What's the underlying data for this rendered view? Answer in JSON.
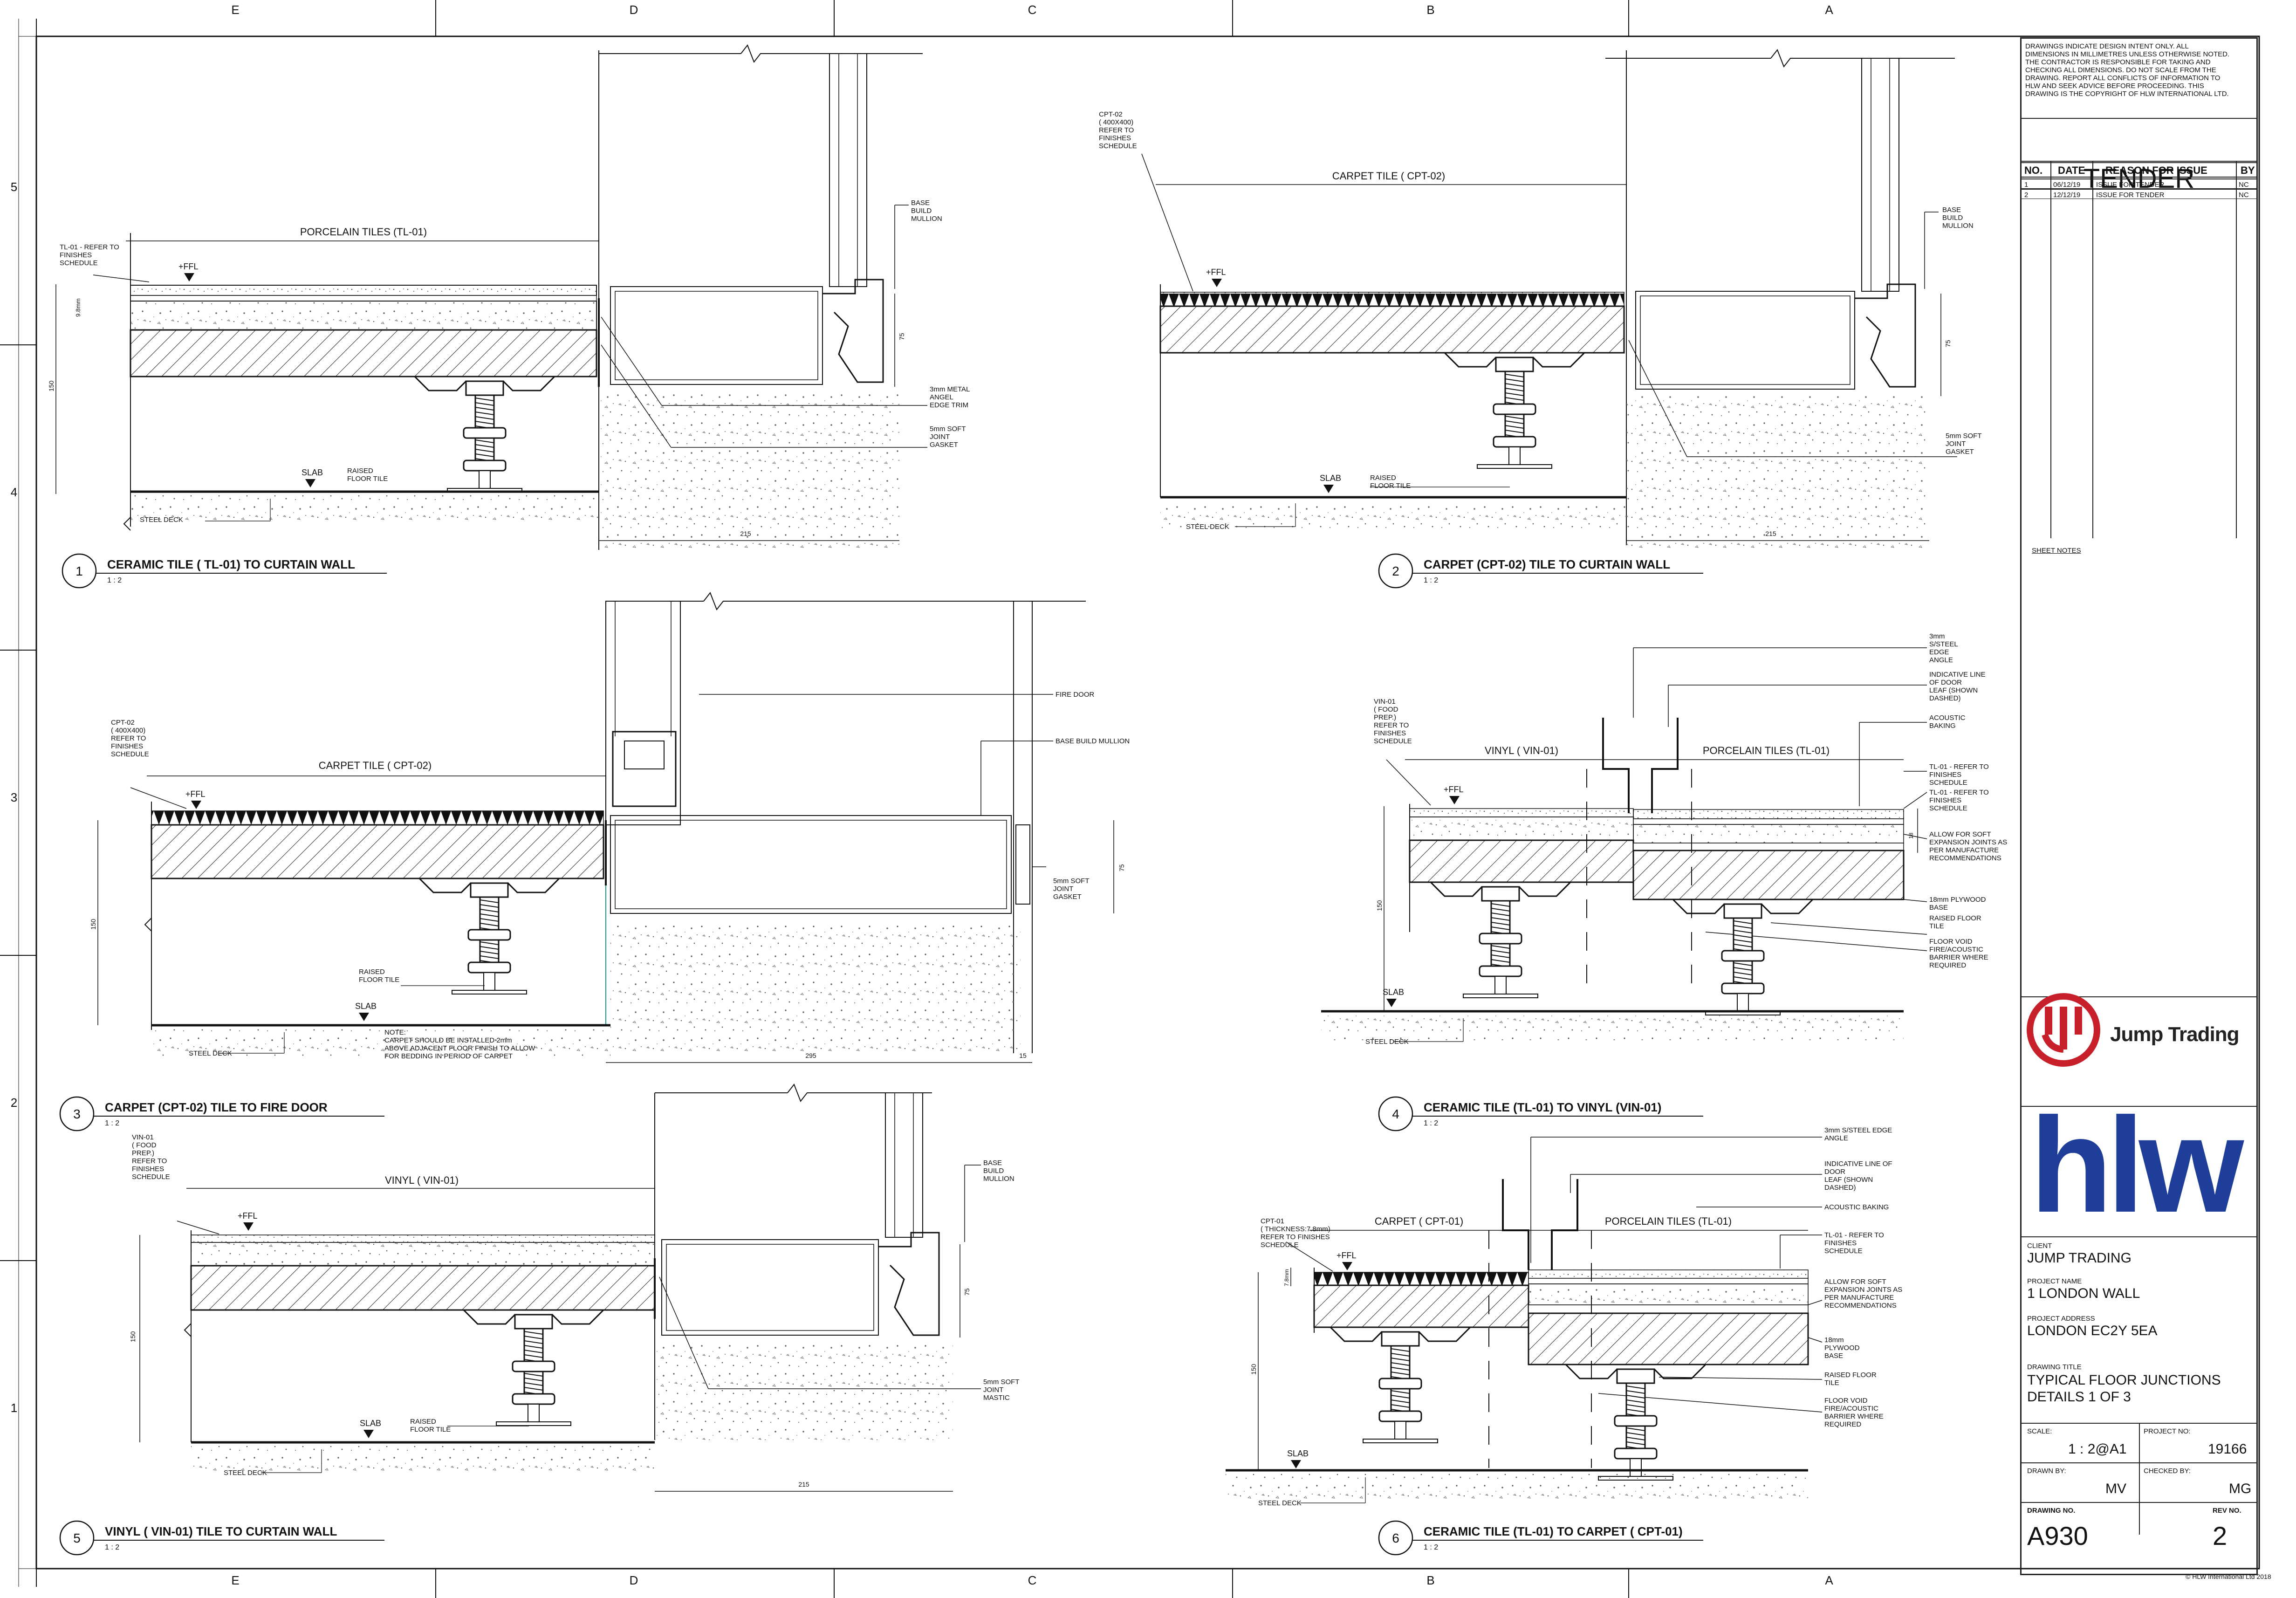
{
  "grid": {
    "columns": [
      "E",
      "D",
      "C",
      "B",
      "A"
    ],
    "rows": [
      "5",
      "4",
      "3",
      "2",
      "1"
    ]
  },
  "details": [
    {
      "number": "1",
      "title": "CERAMIC TILE ( TL-01) TO CURTAIN WALL",
      "scale": "1 : 2"
    },
    {
      "number": "2",
      "title": "CARPET (CPT-02) TILE TO CURTAIN WALL",
      "scale": "1 : 2"
    },
    {
      "number": "3",
      "title": "CARPET (CPT-02) TILE TO FIRE DOOR",
      "scale": "1 : 2"
    },
    {
      "number": "4",
      "title": "CERAMIC TILE (TL-01) TO VINYL (VIN-01)",
      "scale": "1 : 2"
    },
    {
      "number": "5",
      "title": "VINYL ( VIN-01) TILE TO CURTAIN WALL",
      "scale": "1 : 2"
    },
    {
      "number": "6",
      "title": "CERAMIC TILE (TL-01) TO CARPET ( CPT-01)",
      "scale": "1 : 2"
    }
  ],
  "labels": {
    "d1": {
      "finish": "PORCELAIN TILES  (TL-01)",
      "tl01": [
        "TL-01 - REFER TO",
        "FINISHES",
        "SCHEDULE"
      ],
      "ffl": "+FFL",
      "mullion": [
        "BASE",
        "BUILD",
        "MULLION"
      ],
      "trim": [
        "3mm METAL",
        "ANGEL",
        "EDGE TRIM"
      ],
      "gasket": [
        "5mm SOFT",
        "JOINT",
        "GASKET"
      ],
      "raised": [
        "RAISED",
        "FLOOR TILE"
      ],
      "slab": "SLAB",
      "deck": "STEEL DECK",
      "dim215": "215",
      "dim150": "150",
      "dim75": "75",
      "dim98": "9.8mm"
    },
    "d2": {
      "note": [
        "CPT-02",
        "( 400X400)",
        "REFER TO",
        "FINISHES",
        "SCHEDULE"
      ],
      "finish": "CARPET TILE  ( CPT-02)",
      "ffl": "+FFL",
      "mullion": [
        "BASE",
        "BUILD",
        "MULLION"
      ],
      "gasket": [
        "5mm SOFT",
        "JOINT",
        "GASKET"
      ],
      "raised": [
        "RAISED",
        "FLOOR TILE"
      ],
      "slab": "SLAB",
      "deck": "STEEL DECK",
      "dim215": "215",
      "dim75": "75"
    },
    "d3": {
      "note": [
        "CPT-02",
        "( 400X400)",
        "REFER TO",
        "FINISHES",
        "SCHEDULE"
      ],
      "finish": "CARPET TILE  ( CPT-02)",
      "ffl": "+FFL",
      "firedoor": "FIRE DOOR",
      "mullion": "BASE BUILD MULLION",
      "gasket": [
        "5mm SOFT",
        "JOINT",
        "GASKET"
      ],
      "raised": [
        "RAISED",
        "FLOOR TILE"
      ],
      "slab": "SLAB",
      "deck": "STEEL DECK",
      "note2": [
        "NOTE:",
        "CARPET SHOULD BE INSTALLED 2mm",
        "ABOVE ADJACENT FLOOR FINISH TO ALLOW",
        "FOR BEDDING IN PERIOD OF CARPET"
      ],
      "dim295": "295",
      "dim15": "15",
      "dim150": "150",
      "dim75": "75"
    },
    "d4": {
      "note": [
        "VIN-01",
        "( FOOD",
        "PREP.)",
        "REFER TO",
        "FINISHES",
        "SCHEDULE"
      ],
      "finishL": "VINYL  ( VIN-01)",
      "finishR": "PORCELAIN TILES  (TL-01)",
      "ffl": "+FFL",
      "angle": [
        "3mm",
        "S/STEEL",
        "EDGE",
        "ANGLE"
      ],
      "door": [
        "INDICATIVE LINE",
        "OF DOOR",
        "LEAF (SHOWN",
        "DASHED)"
      ],
      "acoustic": [
        "ACOUSTIC",
        "BAKING"
      ],
      "tl01a": [
        "TL-01 - REFER TO",
        "FINISHES",
        "SCHEDULE"
      ],
      "tl01b": [
        "TL-01 - REFER TO",
        "FINISHES",
        "SCHEDULE"
      ],
      "expansion": [
        "ALLOW FOR SOFT",
        "EXPANSION JOINTS AS",
        "PER MANUFACTURE",
        "RECOMMENDATIONS"
      ],
      "plywood": [
        "18mm PLYWOOD",
        "BASE"
      ],
      "raised": [
        "RAISED FLOOR",
        "TILE"
      ],
      "void": [
        "FLOOR VOID",
        "FIRE/ACOUSTIC",
        "BARRIER WHERE",
        "REQUIRED"
      ],
      "slab": "SLAB",
      "deck": "STEEL DECK",
      "dim150": "150",
      "dim18": "18"
    },
    "d5": {
      "note": [
        "VIN-01",
        "( FOOD",
        "PREP.)",
        "REFER TO",
        "FINISHES",
        "SCHEDULE"
      ],
      "finish": "VINYL  ( VIN-01)",
      "ffl": "+FFL",
      "mullion": [
        "BASE",
        "BUILD",
        "MULLION"
      ],
      "mastic": [
        "5mm SOFT",
        "JOINT",
        "MASTIC"
      ],
      "raised": [
        "RAISED",
        "FLOOR TILE"
      ],
      "slab": "SLAB",
      "deck": "STEEL DECK",
      "dim215": "215",
      "dim150": "150",
      "dim75": "75"
    },
    "d6": {
      "note": [
        "CPT-01",
        "( THICKNESS:7.8mm)",
        "REFER TO FINISHES",
        "SCHEDULE"
      ],
      "finishL": "CARPET  ( CPT-01)",
      "finishR": "PORCELAIN TILES  (TL-01)",
      "ffl": "+FFL",
      "angle": [
        "3mm S/STEEL EDGE",
        "ANGLE"
      ],
      "door": [
        "INDICATIVE LINE OF",
        "DOOR",
        "LEAF (SHOWN",
        "DASHED)"
      ],
      "acoustic": "ACOUSTIC BAKING",
      "tl01": [
        "TL-01 - REFER TO",
        "FINISHES",
        "SCHEDULE"
      ],
      "expansion": [
        "ALLOW FOR SOFT",
        "EXPANSION JOINTS AS",
        "PER MANUFACTURE",
        "RECOMMENDATIONS"
      ],
      "plywood": [
        "18mm",
        "PLYWOOD",
        "BASE"
      ],
      "raised": [
        "RAISED FLOOR",
        "TILE"
      ],
      "void": [
        "FLOOR VOID",
        "FIRE/ACOUSTIC",
        "BARRIER WHERE",
        "REQUIRED"
      ],
      "slab": "SLAB",
      "deck": "STEEL DECK",
      "dim150": "150",
      "dim78": "7.8mm"
    }
  },
  "titleblock": {
    "disclaimer": [
      "DRAWINGS INDICATE DESIGN INTENT ONLY. ALL",
      "DIMENSIONS IN MILLIMETRES UNLESS OTHERWISE NOTED.",
      "THE CONTRACTOR IS RESPONSIBLE FOR TAKING AND",
      "CHECKING ALL DIMENSIONS. DO NOT SCALE FROM THE",
      "DRAWING. REPORT ALL CONFLICTS OF INFORMATION TO",
      "HLW AND SEEK ADVICE BEFORE PROCEEDING. THIS",
      "DRAWING IS THE COPYRIGHT OF HLW INTERNATIONAL LTD."
    ],
    "status": "TENDER",
    "rev_headers": [
      "NO.",
      "DATE",
      "REASON FOR ISSUE",
      "BY"
    ],
    "revisions": [
      {
        "no": "1",
        "date": "06/12/19",
        "reason": "ISSUE FOR TENDER",
        "by": "NC"
      },
      {
        "no": "2",
        "date": "12/12/19",
        "reason": "ISSUE FOR TENDER",
        "by": "NC"
      }
    ],
    "sheet_notes": "SHEET NOTES",
    "client_logo": "Jump Trading",
    "firm_logo": "hlw",
    "client_label": "CLIENT",
    "client": "JUMP TRADING",
    "project_name_label": "PROJECT NAME",
    "project_name": "1 LONDON WALL",
    "project_address_label": "PROJECT ADDRESS",
    "project_address": "LONDON EC2Y 5EA",
    "drawing_title_label": "DRAWING TITLE",
    "drawing_title": [
      "TYPICAL FLOOR JUNCTIONS",
      "DETAILS 1 OF 3"
    ],
    "scale_label": "SCALE:",
    "scale": "1 : 2@A1",
    "project_no_label": "PROJECT NO:",
    "project_no": "19166",
    "drawn_by_label": "DRAWN BY:",
    "drawn_by": "MV",
    "checked_by_label": "CHECKED BY:",
    "checked_by": "MG",
    "drawing_no_label": "DRAWING NO.",
    "drawing_no": "A930",
    "rev_no_label": "REV NO.",
    "rev_no": "2",
    "copyright": "© HLW International Ltd 2018"
  },
  "colors": {
    "line": "#111111",
    "logo_red": "#c8202a",
    "logo_blue": "#1f3e9a",
    "accent_teal": "#1a9a8a"
  }
}
